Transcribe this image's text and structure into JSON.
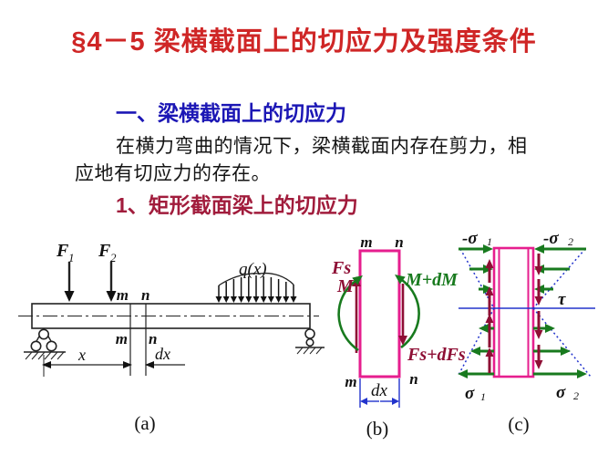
{
  "slide": {
    "title": "§4－5 梁横截面上的切应力及强度条件",
    "section_heading": "一、梁横截面上的切应力",
    "paragraph_line1": "在横力弯曲的情况下，梁横截面内存在剪力，相",
    "paragraph_line2": "应地有切应力的存在。",
    "subsection_heading": "1、矩形截面梁上的切应力"
  },
  "colors": {
    "title_red": "#cf2626",
    "heading_blue": "#1c17b5",
    "subheading_crimson": "#a11c3c",
    "figure_magenta": "#e61e8e",
    "figure_green": "#187a1e",
    "figure_dark_red": "#8e0f35",
    "figure_blue": "#2233cc",
    "ink": "#111111"
  },
  "figure_a": {
    "caption": "(a)",
    "force1": "F",
    "force1_sub": "1",
    "force2": "F",
    "force2_sub": "2",
    "load": "q(x)",
    "m_top": "m",
    "n_top": "n",
    "m_bottom": "m",
    "n_bottom": "n",
    "x_label": "x",
    "dx_label": "dx"
  },
  "figure_b": {
    "caption": "(b)",
    "m_top": "m",
    "n_top": "n",
    "m_bottom": "m",
    "n_bottom": "n",
    "shear": "Fs",
    "moment": "M",
    "moment_inc": "M+dM",
    "shear_inc": "Fs+dFs",
    "dx_label": "dx"
  },
  "figure_c": {
    "caption": "(c)",
    "sigma1_neg": "-σ",
    "sigma1_neg_sub": "1",
    "sigma2_neg": "-σ",
    "sigma2_neg_sub": "2",
    "tau": "τ",
    "sigma1": "σ",
    "sigma1_sub": "1",
    "sigma2": "σ",
    "sigma2_sub": "2"
  }
}
